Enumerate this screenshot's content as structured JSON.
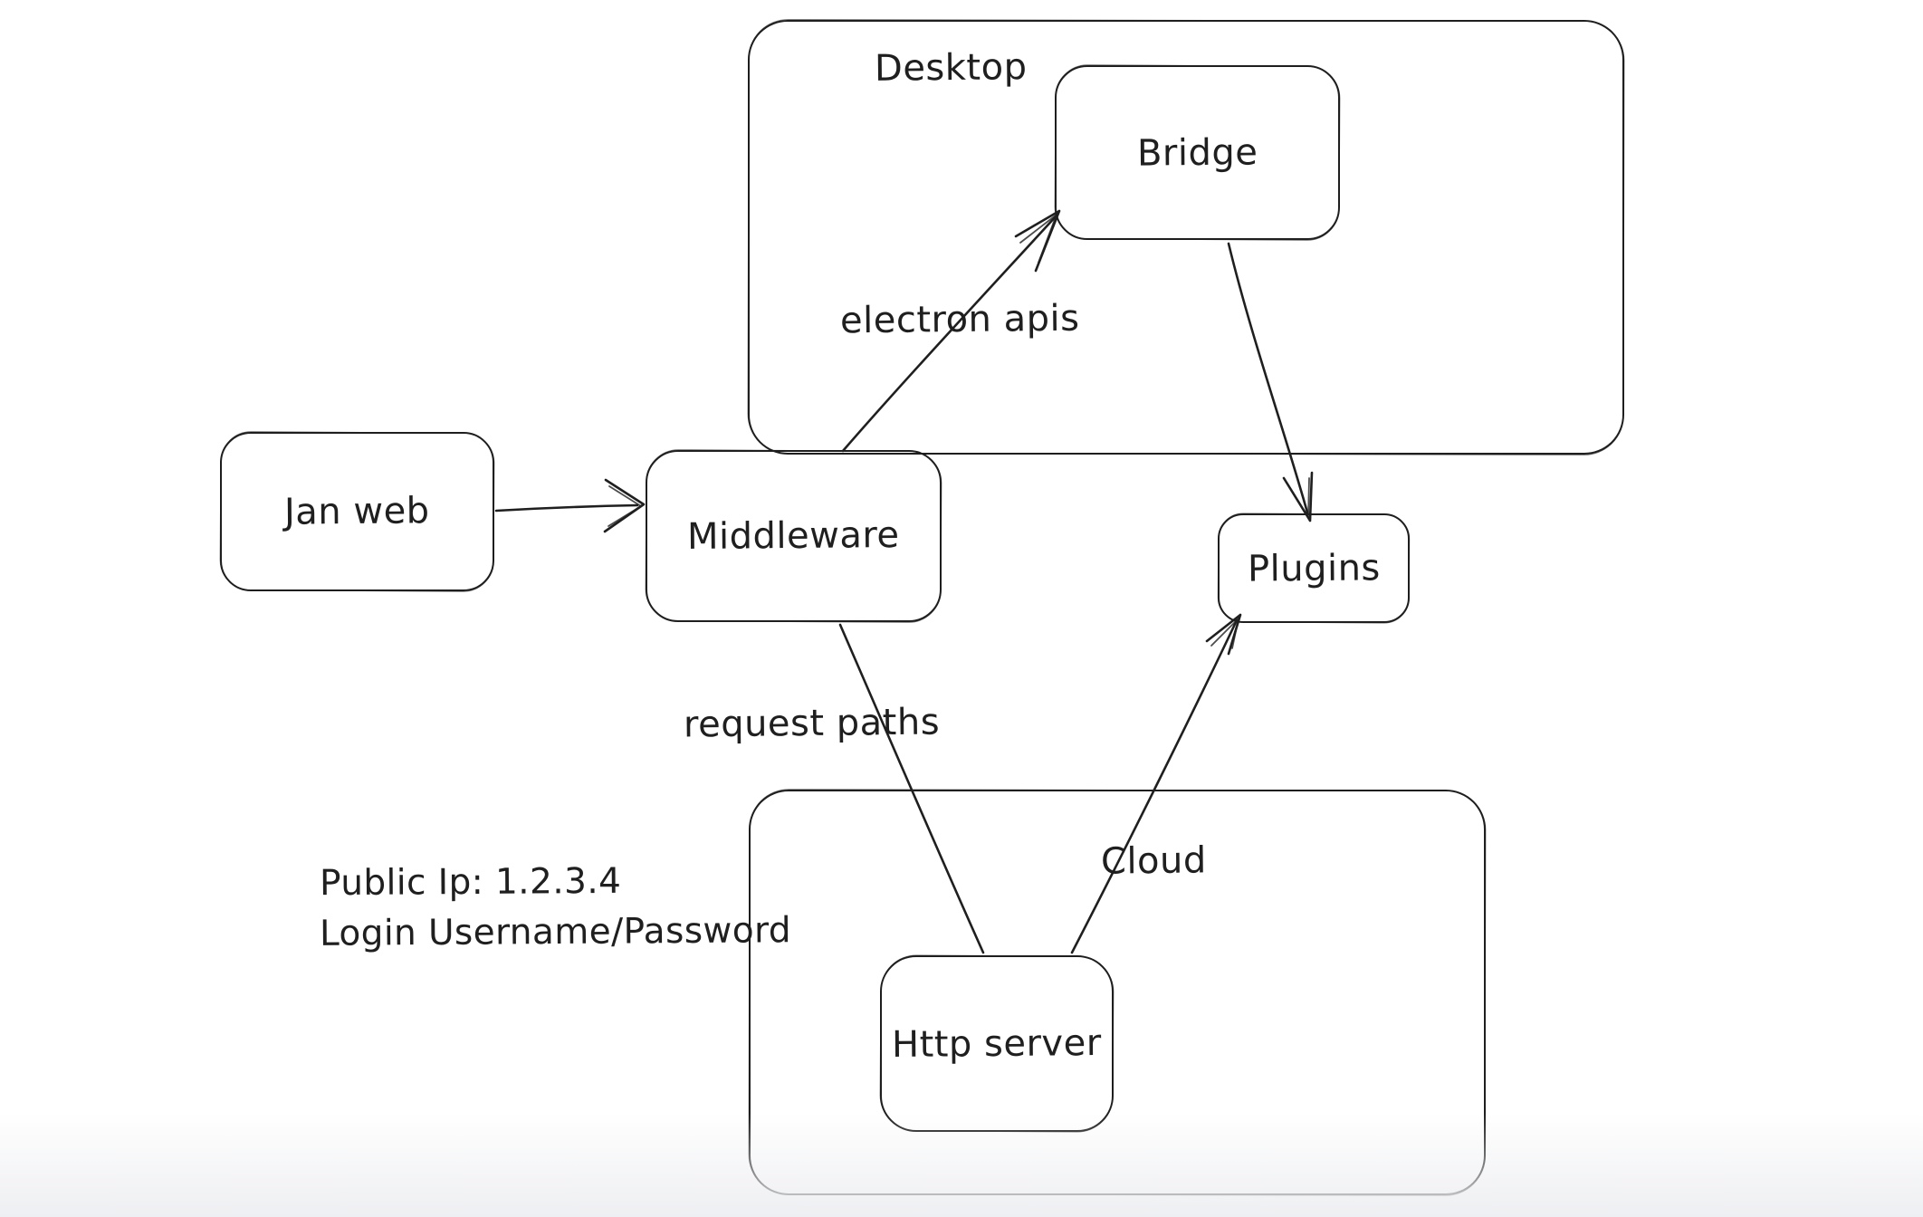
{
  "canvas": {
    "background": "#ffffff",
    "stroke_color": "#1f1f1f",
    "bottom_edge_tint": "#eeeff2"
  },
  "nodes": {
    "desktop": {
      "label": "Desktop"
    },
    "bridge": {
      "label": "Bridge"
    },
    "jan_web": {
      "label": "Jan web"
    },
    "middleware": {
      "label": "Middleware"
    },
    "plugins": {
      "label": "Plugins"
    },
    "cloud": {
      "label": "Cloud"
    },
    "http_server": {
      "label": "Http server"
    }
  },
  "edges": {
    "janweb_to_middleware": {
      "label": ""
    },
    "middleware_to_bridge": {
      "label": "electron apis"
    },
    "bridge_to_plugins": {
      "label": ""
    },
    "middleware_to_httpserver": {
      "label": "request paths"
    },
    "httpserver_to_plugins": {
      "label": ""
    }
  },
  "annotations": {
    "public_ip": "Public Ip: 1.2.3.4",
    "login": "Login Username/Password"
  }
}
